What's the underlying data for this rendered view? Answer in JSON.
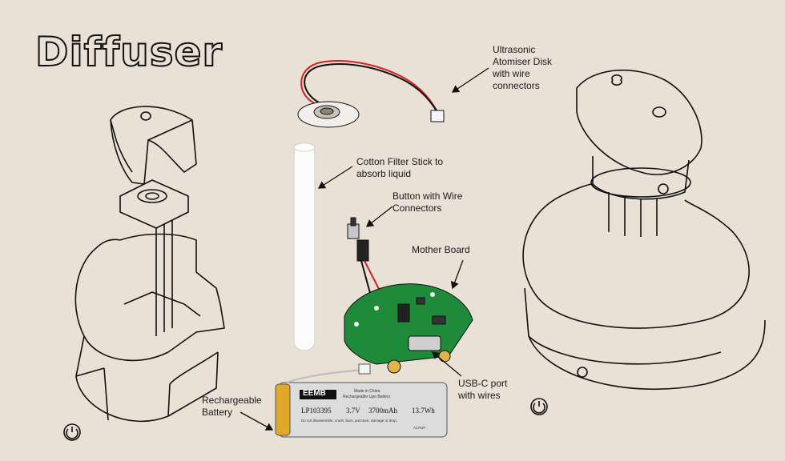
{
  "title": "Diffuser",
  "labels": {
    "atomiser_line1": "Ultrasonic",
    "atomiser_line2": "Atomiser Disk",
    "atomiser_line3": "with wire",
    "atomiser_line4": "connectors",
    "filter_line1": "Cotton Filter Stick to",
    "filter_line2": "absorb liquid",
    "button_line1": "Button with Wire",
    "button_line2": "Connectors",
    "motherboard": "Mother Board",
    "usbc_line1": "USB-C port",
    "usbc_line2": "with wires",
    "battery_line1": "Rechargeable",
    "battery_line2": "Battery"
  },
  "battery_label": {
    "brand": "EEMB",
    "made_in": "Made in China",
    "type": "Rechargeable Lipo Battery",
    "model": "LP103395",
    "voltage": "3.7V",
    "capacity": "3700mAh",
    "energy": "13.7Wh",
    "warning": "Do not disassemble, crush, burn, puncture, damage or drop.",
    "code": "A17027"
  },
  "colors": {
    "background": "#e9e1d6",
    "outline": "#111111",
    "pcb_green": "#1f8a3a",
    "wire_red": "#d42020",
    "battery_silver": "#d8d8d8"
  }
}
